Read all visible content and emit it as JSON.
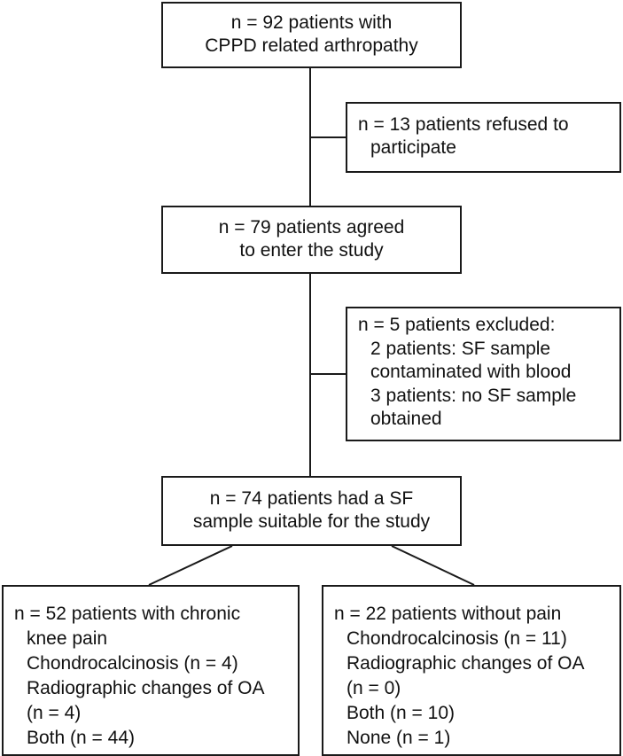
{
  "total": {
    "line1": "n = 92 patients with",
    "line2": "CPPD related arthropathy"
  },
  "refused": {
    "line1": "n = 13 patients refused to",
    "line2": "participate"
  },
  "agreed": {
    "line1": "n = 79 patients agreed",
    "line2": "to enter the study"
  },
  "excluded": {
    "line1": "n = 5 patients excluded:",
    "line2": "2 patients: SF sample",
    "line3": "contaminated with blood",
    "line4": "3 patients: no SF sample",
    "line5": "obtained"
  },
  "suitable": {
    "line1": "n = 74 patients had a SF",
    "line2": "sample suitable for the study"
  },
  "pain": {
    "line1": "n = 52 patients with chronic",
    "line2": "knee pain",
    "line3": "Chondrocalcinosis (n = 4)",
    "line4": "Radiographic changes of OA",
    "line5": "(n = 4)",
    "line6": "Both (n = 44)"
  },
  "nopain": {
    "line1": "n = 22 patients without pain",
    "line2": "Chondrocalcinosis (n = 11)",
    "line3": "Radiographic changes of OA",
    "line4": "(n = 0)",
    "line5": "Both (n = 10)",
    "line6": "None (n = 1)"
  }
}
